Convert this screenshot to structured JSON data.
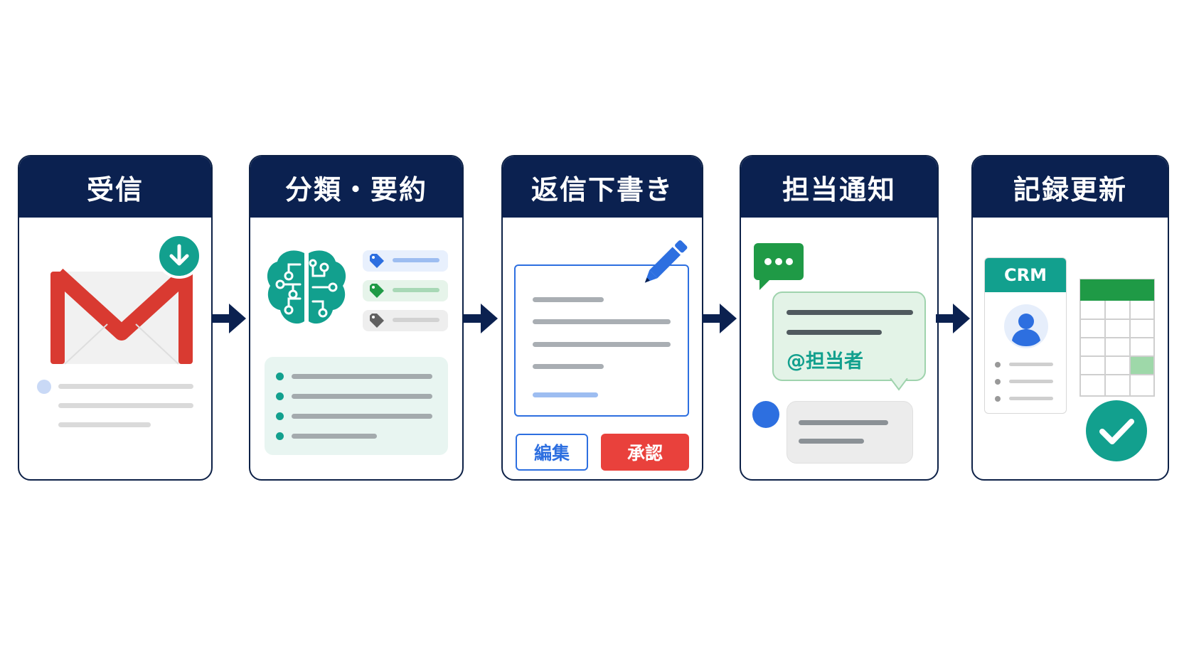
{
  "steps": [
    {
      "title": "受信"
    },
    {
      "title": "分類・要約"
    },
    {
      "title": "返信下書き"
    },
    {
      "title": "担当通知"
    },
    {
      "title": "記録更新"
    }
  ],
  "draft": {
    "edit_label": "編集",
    "approve_label": "承認"
  },
  "notify": {
    "mention": "@担当者"
  },
  "record": {
    "crm_label": "CRM"
  },
  "colors": {
    "navy": "#0b2150",
    "teal": "#12a08e",
    "red": "#e9413c",
    "blue": "#2d6fe0",
    "green": "#1f9a46"
  }
}
